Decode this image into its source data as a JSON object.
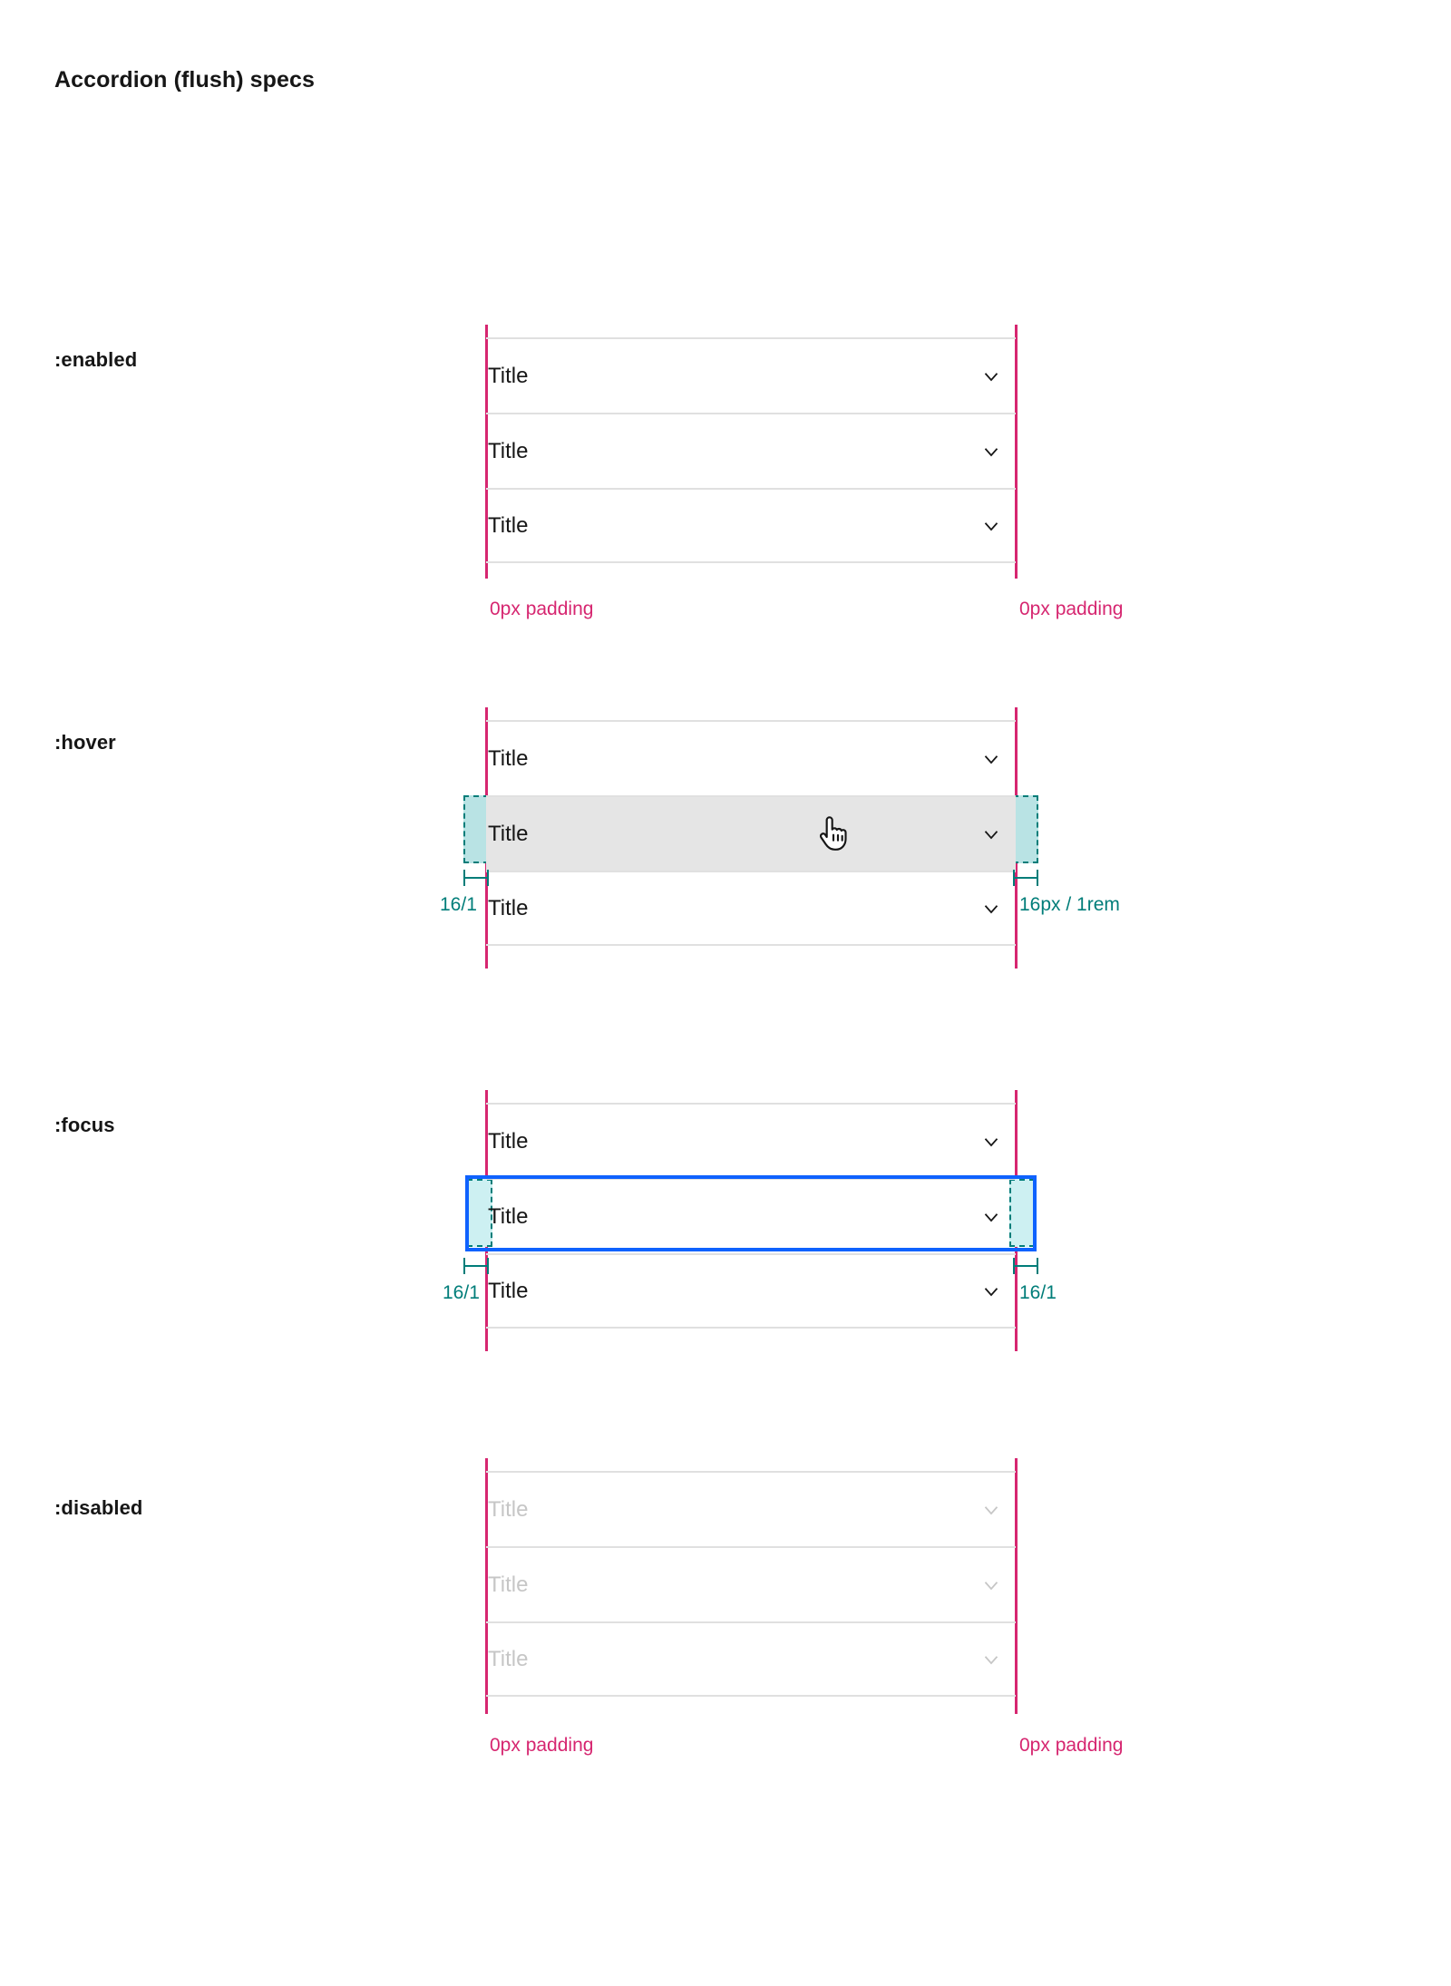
{
  "page": {
    "title": "Accordion (flush) specs"
  },
  "colors": {
    "guide_magenta": "#d62670",
    "measure_teal": "#007d79",
    "teal_fill": "#b9e3e4",
    "focus_blue": "#0f62fe",
    "hover_gray": "#e5e5e5",
    "divider_gray": "#e0e0e0",
    "text": "#161616",
    "text_disabled": "#c6c6c6"
  },
  "sections": [
    {
      "state_label": ":enabled",
      "rows": [
        {
          "title": "Title",
          "icon": "chevron-down-icon"
        },
        {
          "title": "Title",
          "icon": "chevron-down-icon"
        },
        {
          "title": "Title",
          "icon": "chevron-down-icon"
        }
      ],
      "annotations": {
        "left_padding": "0px padding",
        "right_padding": "0px padding"
      }
    },
    {
      "state_label": ":hover",
      "rows": [
        {
          "title": "Title",
          "icon": "chevron-down-icon"
        },
        {
          "title": "Title",
          "icon": "chevron-down-icon"
        },
        {
          "title": "Title",
          "icon": "chevron-down-icon"
        }
      ],
      "annotations": {
        "left_measure": "16/1",
        "right_measure": "16px / 1rem"
      },
      "cursor": "pointer-hand-cursor"
    },
    {
      "state_label": ":focus",
      "rows": [
        {
          "title": "Title",
          "icon": "chevron-down-icon"
        },
        {
          "title": "Title",
          "icon": "chevron-down-icon"
        },
        {
          "title": "Title",
          "icon": "chevron-down-icon"
        }
      ],
      "annotations": {
        "left_measure": "16/1",
        "right_measure": "16/1"
      }
    },
    {
      "state_label": ":disabled",
      "rows": [
        {
          "title": "Title",
          "icon": "chevron-down-icon"
        },
        {
          "title": "Title",
          "icon": "chevron-down-icon"
        },
        {
          "title": "Title",
          "icon": "chevron-down-icon"
        }
      ],
      "annotations": {
        "left_padding": "0px padding",
        "right_padding": "0px padding"
      }
    }
  ]
}
